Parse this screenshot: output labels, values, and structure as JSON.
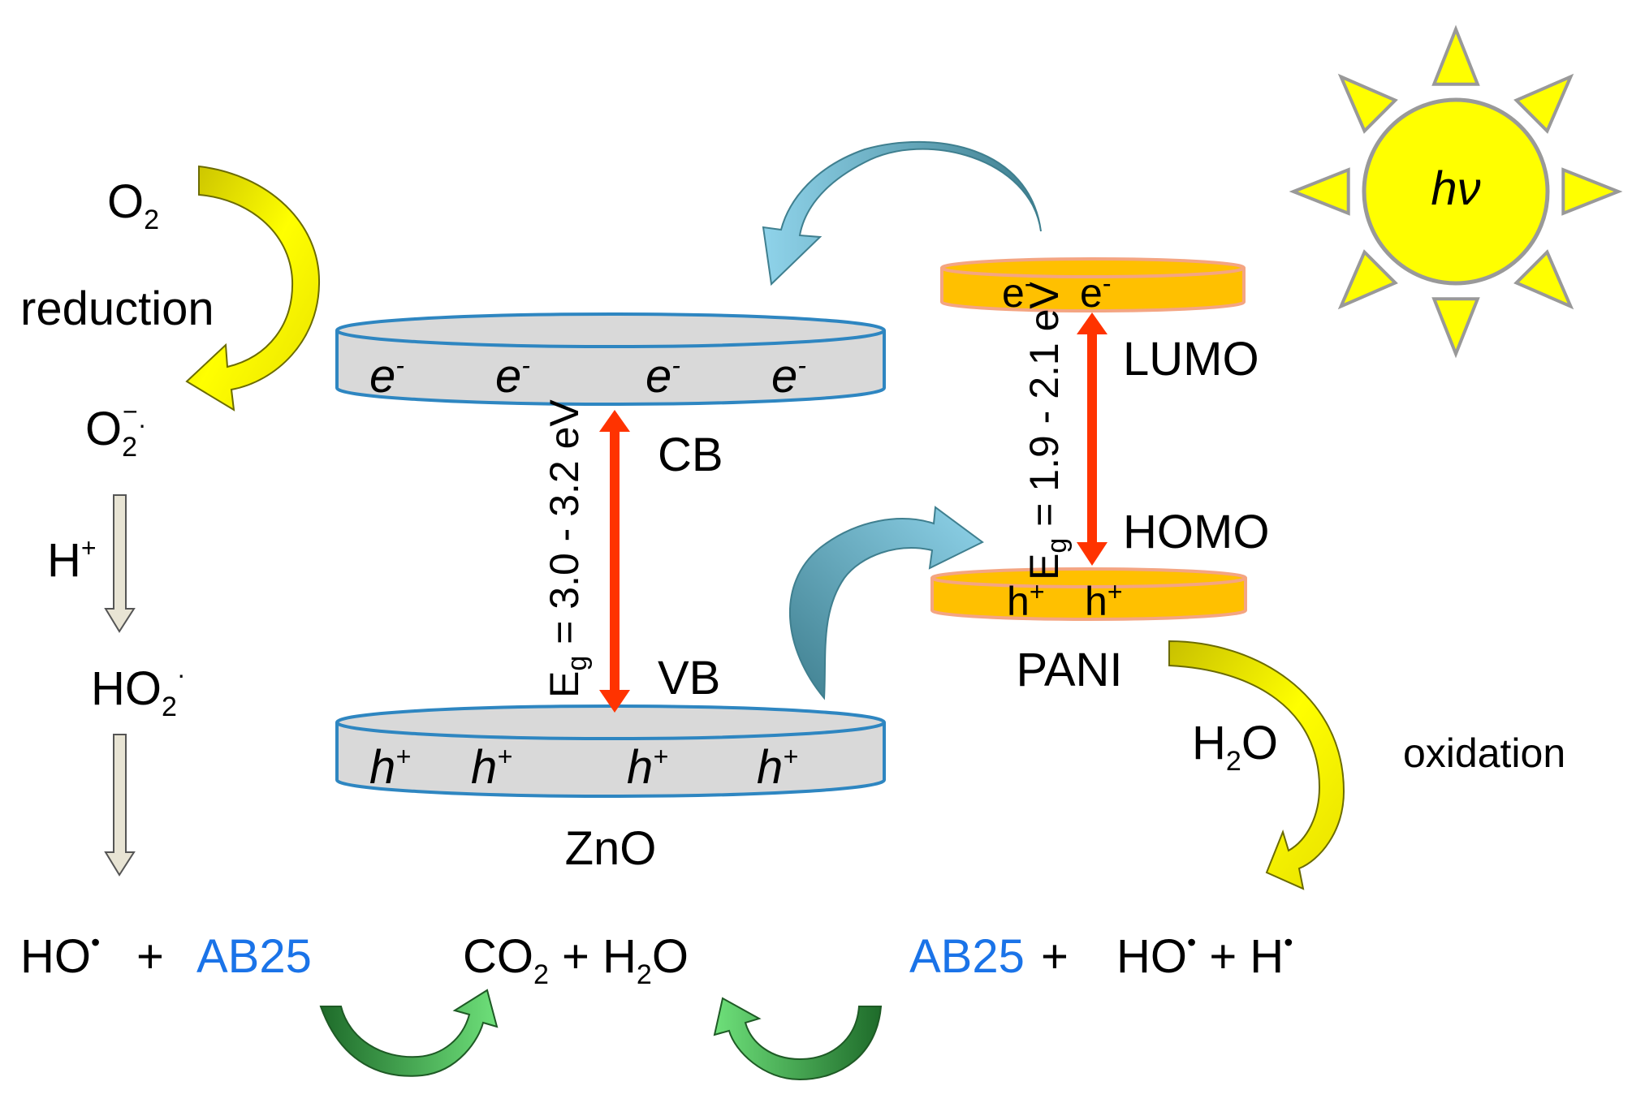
{
  "colors": {
    "band_fill": "#d9d9d9",
    "band_stroke": "#2e86c1",
    "pani_fill": "#ffc000",
    "pani_stroke": "#f4a582",
    "gap_arrow": "#ff3300",
    "sun_fill": "#ffff00",
    "sun_stroke": "#999999",
    "transfer_arrow": "#5fb0c8",
    "redox_arrow": "#ffff00",
    "recycle_arrow": "#22a34a",
    "step_arrow": "#e8e4d4",
    "dye_text": "#1a73e8"
  },
  "icons": {
    "sun": "sun-icon",
    "electron_transfer": "curved-arrow-icon",
    "hole_transfer": "curved-arrow-icon",
    "reduction": "curved-arrow-icon",
    "oxidation": "curved-arrow-icon",
    "recycle": "curved-arrow-icon",
    "gap": "double-arrow-icon",
    "step": "down-arrow-icon"
  },
  "sun": {
    "label": "hν"
  },
  "zno": {
    "name": "ZnO",
    "cb": "CB",
    "vb": "VB",
    "electron": "e",
    "electron_sup": "-",
    "hole": "h",
    "hole_sup": "+",
    "gap_prefix": "E",
    "gap_sub": "g",
    "gap_value": " = 3.0 - 3.2 eV"
  },
  "pani": {
    "name": "PANI",
    "lumo": "LUMO",
    "homo": "HOMO",
    "electron": "e",
    "electron_sup": "-",
    "hole": "h",
    "hole_sup": "+",
    "gap_prefix": "E",
    "gap_sub": "g",
    "gap_value": " = 1.9 - 2.1 eV"
  },
  "left": {
    "o2": "O",
    "o2_sub": "2",
    "reduction": "reduction",
    "superoxide": "O",
    "superoxide_sub": "2",
    "superoxide_sup": "−",
    "radical_dot": "·",
    "proton": "H",
    "proton_sup": "+",
    "ho2": "HO",
    "ho2_sub": "2"
  },
  "right": {
    "water": "H",
    "water_sub": "2",
    "water_end": "O",
    "oxidation": "oxidation"
  },
  "bottom": {
    "ho": "HO",
    "radical_dot": "•",
    "plus": "+",
    "dye_left": "AB25",
    "co2": "CO",
    "co2_sub": "2",
    "plus_mid": " + H",
    "h2o_sub": "2",
    "h2o_end": "O",
    "dye_right": "AB25",
    "plus_right": " +",
    "ho_right": "HO",
    "h": " + H",
    "h_dot": "•"
  }
}
